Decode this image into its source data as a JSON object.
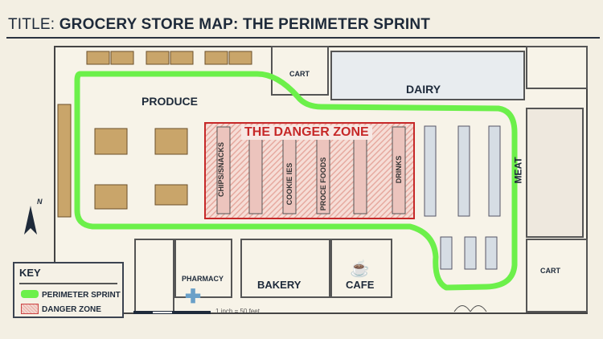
{
  "title": {
    "prefix": "TITLE:",
    "text": "GROCERY STORE MAP: THE PERIMETER SPRINT"
  },
  "sections": {
    "produce": "PRODUCE",
    "dairy": "DAIRY",
    "meat": "MEAT",
    "cart_top": "CART",
    "cart_right": "CART",
    "pharmacy": "PHARMACY",
    "bakery": "BAKERY",
    "cafe": "CAFE",
    "danger_zone": "THE DANGER ZONE"
  },
  "aisles": [
    "CHIPS/SNACKS",
    "",
    "COOKIE   IES",
    "PROCE   FOODS",
    "",
    "DRINKS"
  ],
  "compass": "N",
  "key": {
    "title": "KEY",
    "items": [
      {
        "label": "PERIMETER SPRINT",
        "color": "#6cf04a"
      },
      {
        "label": "DANGER ZONE",
        "color": "#d33"
      }
    ]
  },
  "scale": "1 inch = 50 feet",
  "colors": {
    "path": "#6cf04a",
    "danger": "#c62828",
    "ink": "#1e2a3a"
  }
}
